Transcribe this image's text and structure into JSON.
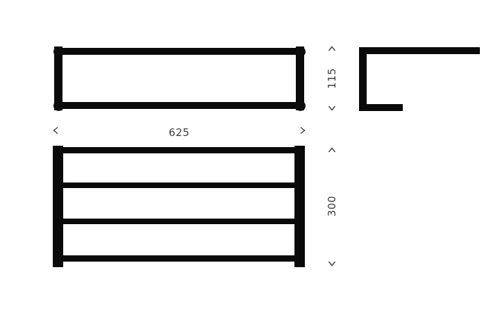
{
  "page": {
    "background": "#ffffff",
    "stroke_color": "#0a0a0a",
    "dimension_color": "#3d3d3d"
  },
  "drawing": {
    "views": {
      "top_view": {
        "corner_count": 4
      },
      "front_view": {
        "rail_count": 4
      },
      "side_view": {
        "shape": "c-profile"
      }
    },
    "dimensions": {
      "width": {
        "value": "625"
      },
      "depth": {
        "value": "115"
      },
      "height": {
        "value": "300"
      }
    }
  },
  "icons": {
    "arrow_left": "chevron-left",
    "arrow_right": "chevron-right",
    "arrow_up": "chevron-up",
    "arrow_down": "chevron-down"
  }
}
